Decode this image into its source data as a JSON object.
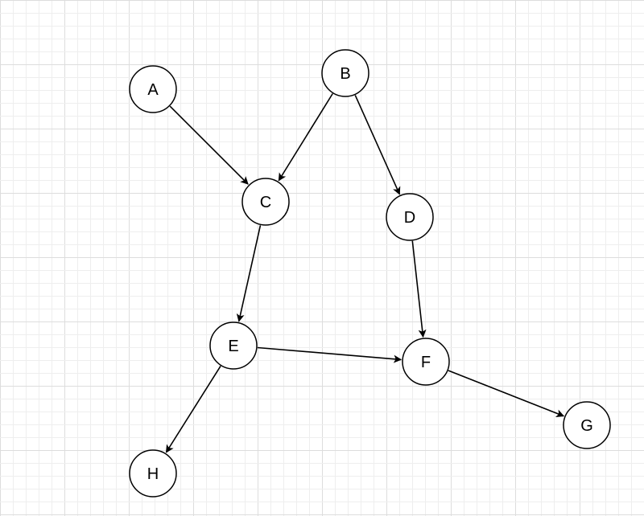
{
  "nodes": [
    {
      "id": "A",
      "label": "A"
    },
    {
      "id": "B",
      "label": "B"
    },
    {
      "id": "C",
      "label": "C"
    },
    {
      "id": "D",
      "label": "D"
    },
    {
      "id": "E",
      "label": "E"
    },
    {
      "id": "F",
      "label": "F"
    },
    {
      "id": "G",
      "label": "G"
    },
    {
      "id": "H",
      "label": "H"
    }
  ],
  "edges": [
    {
      "from": "A",
      "to": "C"
    },
    {
      "from": "B",
      "to": "C"
    },
    {
      "from": "B",
      "to": "D"
    },
    {
      "from": "C",
      "to": "E"
    },
    {
      "from": "D",
      "to": "F"
    },
    {
      "from": "E",
      "to": "F"
    },
    {
      "from": "E",
      "to": "H"
    },
    {
      "from": "F",
      "to": "G"
    }
  ],
  "colors": {
    "background": "#ffffff",
    "grid_minor": "#eeeeee",
    "grid_major": "#dddddd",
    "node_fill": "#ffffff",
    "node_stroke": "#000000",
    "edge": "#000000"
  }
}
